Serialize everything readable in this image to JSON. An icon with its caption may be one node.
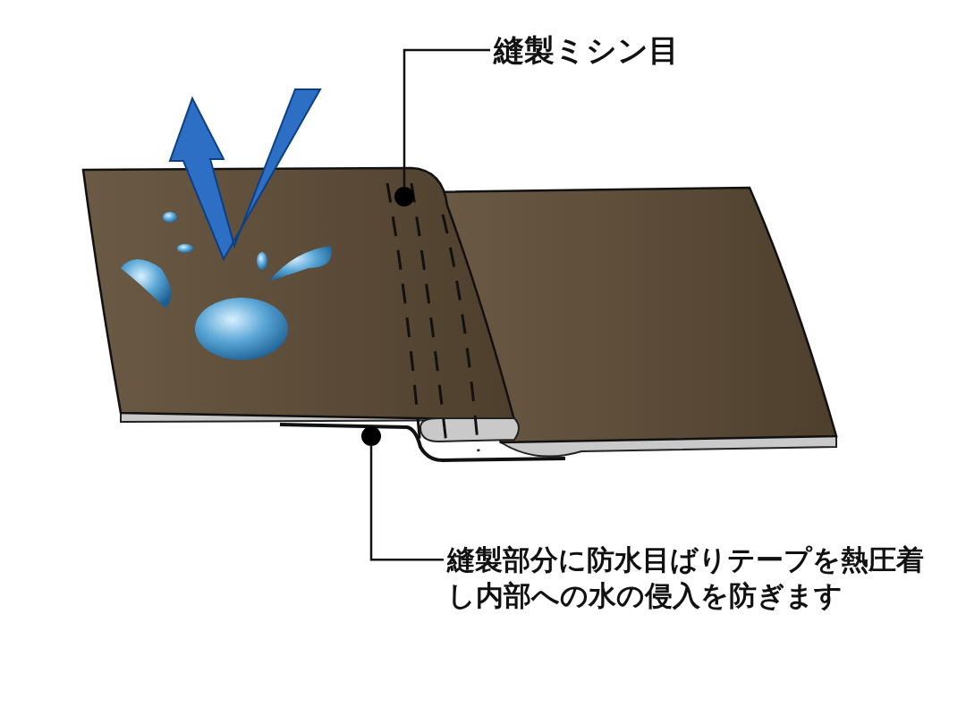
{
  "diagram": {
    "nodes": [
      {
        "text": [
          "縫製ミシン目"
        ]
      },
      {
        "text": [],
        "shape": "circle"
      },
      {
        "text": [
          "縫製部分に防水目ばりテープを熱圧着し内部への水の侵入を防ぎます"
        ]
      },
      {
        "text": [],
        "shape": "circle"
      }
    ],
    "edges": [
      {
        "from": 0,
        "to": 1,
        "arrow": "none"
      },
      {
        "from": 2,
        "to": 3,
        "arrow": "none"
      }
    ]
  }
}
